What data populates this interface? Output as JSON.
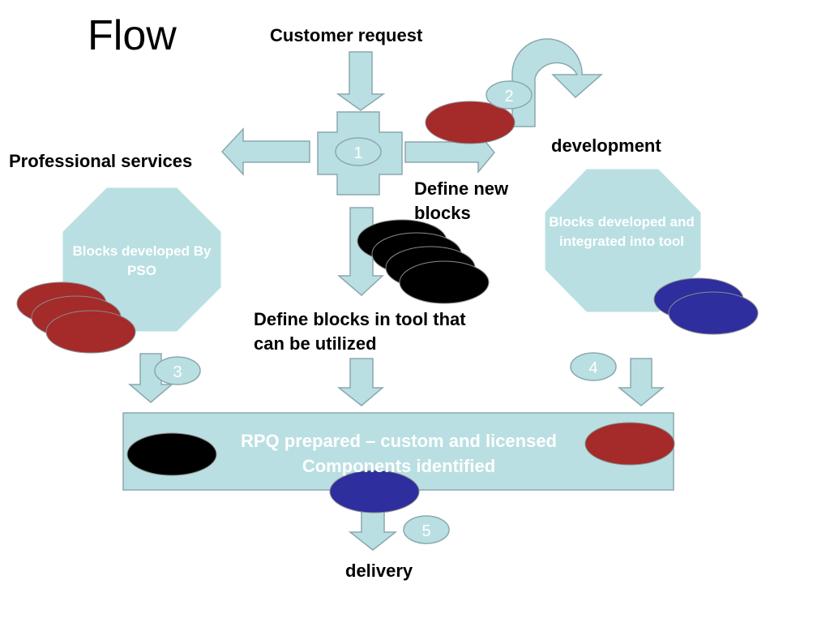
{
  "title": "Flow",
  "colors": {
    "shape_fill": "#b9dfe2",
    "shape_stroke": "#8aa8ad",
    "red": "#a52a2a",
    "blue": "#2e2e9e",
    "black": "#000000",
    "white_text": "#ffffff"
  },
  "labels": {
    "customer_request": "Customer request",
    "professional_services": "Professional services",
    "development": "development",
    "define_new_blocks": "Define new blocks",
    "define_blocks_tool": "Define blocks in tool that can be utilized",
    "delivery": "delivery"
  },
  "shapes": {
    "pso_octagon": "Blocks developed By PSO",
    "dev_octagon": "Blocks developed and integrated into tool",
    "rpq_box": "RPQ prepared – custom and licensed Components identified"
  },
  "steps": [
    "1",
    "2",
    "3",
    "4",
    "5"
  ]
}
